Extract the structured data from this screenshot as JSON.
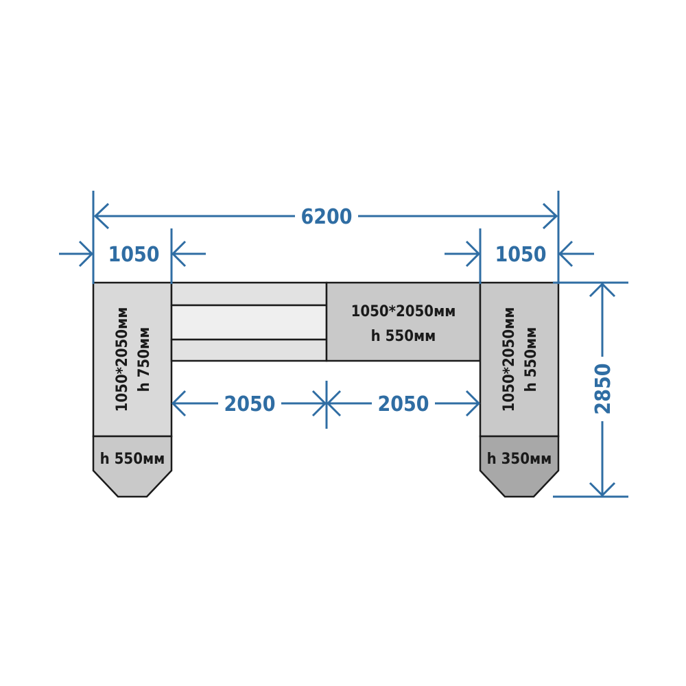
{
  "dimensions": {
    "total_width": "6200",
    "left_width": "1050",
    "right_width": "1050",
    "middle_left": "2050",
    "middle_right": "2050",
    "depth": "2850"
  },
  "left_unit": {
    "main_size": "1050*2050мм",
    "main_height": "h 750мм",
    "base_height": "h 550мм"
  },
  "center_unit": {
    "size": "1050*2050мм",
    "height": "h 550мм"
  },
  "right_unit": {
    "main_size": "1050*2050мм",
    "main_height": "h 550мм",
    "base_height": "h 350мм"
  },
  "colors": {
    "dimension": "#2f6da3",
    "outline": "#1a1a1a",
    "light_panel": "#e4e4e4",
    "lighter_panel": "#f0f0f0",
    "mid_panel": "#c9c9c9",
    "base_panel": "#d0d0d0",
    "dark_base": "#a6a6a6"
  }
}
